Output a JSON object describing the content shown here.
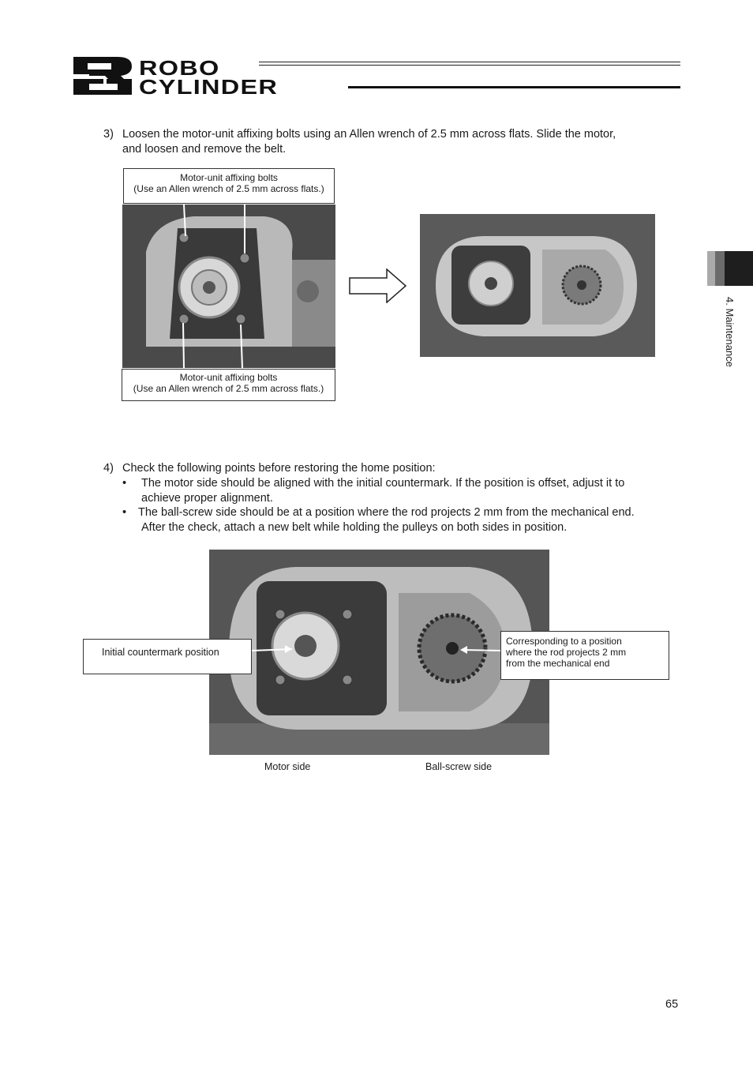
{
  "header": {
    "logo_mark": "RC",
    "logo_line1": "ROBO",
    "logo_line2": "CYLINDER"
  },
  "side_tab": {
    "label": "4. Maintenance"
  },
  "step3": {
    "number": "3)",
    "text_line1": "Loosen the motor-unit affixing bolts using an Allen wrench of 2.5 mm across flats. Slide the motor,",
    "text_line2": "and loosen and remove the belt.",
    "callout_top": {
      "line1": "Motor-unit affixing bolts",
      "line2": "(Use an Allen wrench of 2.5 mm across flats.)"
    },
    "callout_bottom": {
      "line1": "Motor-unit affixing bolts",
      "line2": "(Use an Allen wrench of 2.5 mm across flats.)"
    }
  },
  "step4": {
    "number": "4)",
    "intro": "Check the following points before restoring the home position:",
    "bullet1_line1": "The motor side should be aligned with the initial countermark. If the position is offset, adjust it to",
    "bullet1_line2": "achieve proper alignment.",
    "bullet2_line1": "The ball-screw side should be at a position where the rod projects 2 mm from the mechanical end.",
    "bullet2_line2": "After the check, attach a new belt while holding the pulleys on both sides in position.",
    "bullet_symbol": "•",
    "callout_left": "Initial countermark position",
    "callout_right_line1": "Corresponding to a position",
    "callout_right_line2": "where the rod projects 2 mm",
    "callout_right_line3": "from the mechanical end",
    "caption_left": "Motor side",
    "caption_right": "Ball-screw side"
  },
  "footer": {
    "page_number": "65"
  }
}
